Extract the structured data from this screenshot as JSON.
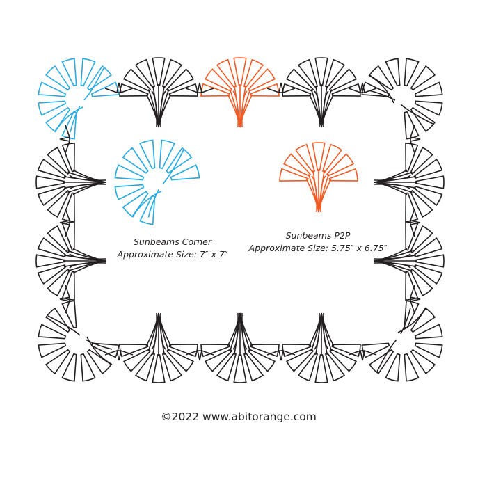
{
  "colors": {
    "corner_accent": "#29abe2",
    "p2p_accent": "#f15a24",
    "line": "#231f20"
  },
  "corner_design": {
    "name": "Sunbeams Corner",
    "size": "Approximate Size: 7″ x 7″"
  },
  "p2p_design": {
    "name": "Sunbeams P2P",
    "size": "Approximate Size: 5.75″ x 6.75″"
  },
  "footer": "©2022 www.abitorange.com"
}
